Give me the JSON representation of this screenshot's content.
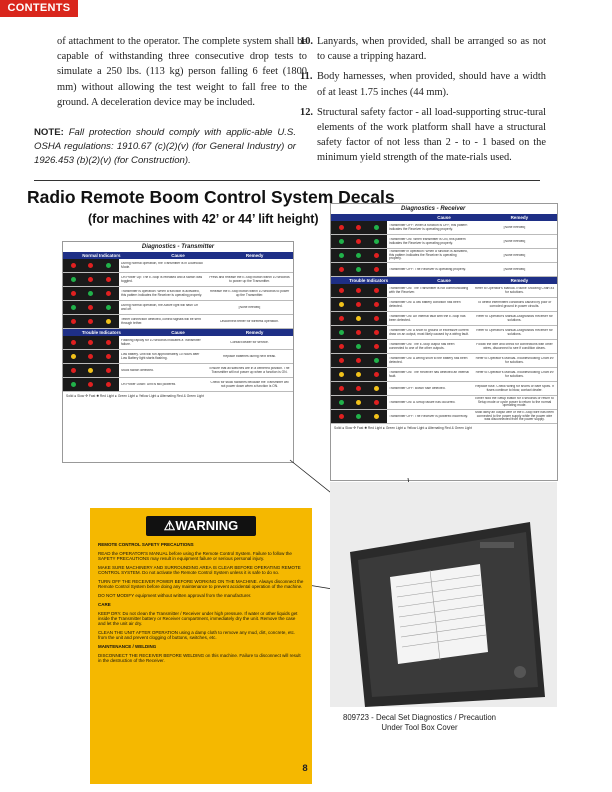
{
  "nav": {
    "contents_label": "CONTENTS"
  },
  "left_paragraph": "of attachment to the operator. The complete system shall be capable of withstanding three consecutive drop tests to simulate a 250 lbs. (113 kg) person falling 6 feet (1800 mm) without allowing the test weight to fall free to the ground. A deceleration device may be included.",
  "note": {
    "label": "NOTE:",
    "text": "Fall protection should comply with applic-able U.S. OSHA regulations: 1910.67 (c)(2)(v) (for General Industry) or 1926.453 (b)(2)(v) (for Construction)."
  },
  "right_items": [
    {
      "num": "10.",
      "text": "Lanyards, when provided, shall be arranged so as not to cause a tripping hazard."
    },
    {
      "num": "11.",
      "text": "Body harnesses, when provided, should have a width of at least 1.75 inches (44 mm)."
    },
    {
      "num": "12.",
      "text": "Structural safety factor - all load-supporting struc-tural elements of the work platform shall have a structural safety factor of not less than 2 - to - 1 based on the minimum yield strength of the mate-rials used."
    }
  ],
  "section": {
    "title": "Radio Remote Boom Control System Decals",
    "subtitle": "(for machines with 42’ or 44’ lift height)"
  },
  "transmitter_decal": {
    "title": "Diagnostics - Transmitter",
    "normal_header": "Normal Indicators",
    "trouble_header": "Trouble Indicators",
    "cause_header": "Cause",
    "remedy_header": "Remedy",
    "rows": [
      {
        "cause": "During normal operation, the Transmitter is in Download Mode.",
        "remedy": "",
        "dots": [
          "r",
          "r",
          "g"
        ]
      },
      {
        "cause": "On Power Up: The E-Stop is released and a switch was toggled.",
        "remedy": "Press and release the E-Stop button within 10 seconds to power up the Transmitter.",
        "dots": [
          "g",
          "r",
          "r"
        ]
      },
      {
        "cause": "Transmitter is operation: When a function is activated, this pattern indicates the Receiver is operating properly.",
        "remedy": "Release the E-Stop button within 10 seconds to power up the Transmitter.",
        "dots": [
          "r",
          "g",
          "r"
        ]
      },
      {
        "cause": "During normal operation, the Active light will flash On and off.",
        "remedy": "[None needed]",
        "dots": [
          "g",
          "r",
          "g"
        ]
      },
      {
        "cause": "Tether connection detected, control signals will be sent through tether.",
        "remedy": "Disconnect tether for wireless operation.",
        "dots": [
          "r",
          "r",
          "y"
        ]
      }
    ],
    "trouble_rows": [
      {
        "cause": "Flashing rapidly for 10 seconds indicates a Transmitter failure.",
        "remedy": "Contact dealer for service.",
        "dots": [
          "r",
          "r",
          "r"
        ]
      },
      {
        "cause": "Low battery. Unit will run approximately 10 hours after Low Battery light starts flashing.",
        "remedy": "Replace batteries during next break.",
        "dots": [
          "y",
          "r",
          "r"
        ]
      },
      {
        "cause": "Stuck switch detected.",
        "remedy": "Ensure that all switches are in a centered position. The Transmitter will not power up when a function is ON.",
        "dots": [
          "r",
          "y",
          "r"
        ]
      },
      {
        "cause": "On Power Down: Unit is still powered.",
        "remedy": "Check for stuck switches because the Transmitter will not power down when a function is ON.",
        "dots": [
          "g",
          "r",
          "r"
        ]
      }
    ],
    "legend": "Solid ● Slow ✣ Fast ✹ Red Light ● Green Light ● Yellow Light ● Alternating Red & Green Light"
  },
  "receiver_decal": {
    "title": "Diagnostics - Receiver",
    "cause_header": "Cause",
    "remedy_header": "Remedy",
    "trouble_header": "Trouble Indicators",
    "rows": [
      {
        "cause": "Transmitter OFF: When a function is OFF, this pattern indicates the Receiver is operating properly.",
        "remedy": "[None needed]",
        "dots": [
          "r",
          "r",
          "g"
        ]
      },
      {
        "cause": "Transmitter ON: When transmitter is ON, this pattern indicates the Receiver is operating properly.",
        "remedy": "[None needed]",
        "dots": [
          "g",
          "r",
          "g"
        ]
      },
      {
        "cause": "Transmitter in operation: When a function is activated, this pattern indicates the Receiver is operating properly.",
        "remedy": "[None needed]",
        "dots": [
          "g",
          "g",
          "r"
        ]
      },
      {
        "cause": "Transmitter OFF: The Receiver is operating properly.",
        "remedy": "[None needed]",
        "dots": [
          "r",
          "g",
          "r"
        ]
      }
    ],
    "trouble_rows": [
      {
        "cause": "Transmitter ON: The Transmitter is not communicating with the Receiver.",
        "remedy": "Refer to Operator's Manual-Trouble Shooting Chart #3 for solutions.",
        "dots": [
          "r",
          "r",
          "r"
        ]
      },
      {
        "cause": "Transmitter ON: A low battery condition has been detected.",
        "remedy": "To detect intermittent conditions caused by poor or corroded ground in power circuits.",
        "dots": [
          "y",
          "r",
          "r"
        ]
      },
      {
        "cause": "Transmitter ON: An internal fault with the E-Stop has been detected.",
        "remedy": "Refer to Operator's Manual-Diagnostics Receiver for solutions.",
        "dots": [
          "r",
          "y",
          "r"
        ]
      },
      {
        "cause": "Transmitter ON: A short to ground or excessive current draw on an output, most likely caused by a wiring fault.",
        "remedy": "Refer to Operator's Manual-Diagnostics Receiver for solutions.",
        "dots": [
          "g",
          "r",
          "r"
        ]
      },
      {
        "cause": "Transmitter ON: The E-Stop output has been connected to one of the other outputs.",
        "remedy": "Follow the wire and check for connections with other wires, disconnect to see if condition clears.",
        "dots": [
          "r",
          "g",
          "r"
        ]
      },
      {
        "cause": "Transmitter ON: A wiring short to the battery has been detected.",
        "remedy": "Refer to Operator's Manual-Troubleshooting Chart #9 for solutions.",
        "dots": [
          "r",
          "r",
          "g"
        ]
      },
      {
        "cause": "Transmitter ON: The Receiver has detected an internal fault.",
        "remedy": "Refer to Operator's Manual-Troubleshooting Chart #9 for solutions.",
        "dots": [
          "y",
          "y",
          "r"
        ]
      },
      {
        "cause": "Transmitter OFF: Blown fuse detected.",
        "remedy": "Replace fuse. Check wiring for shorts or bare spots. If fuses continue to blow, contact dealer.",
        "dots": [
          "r",
          "r",
          "y"
        ]
      },
      {
        "cause": "Transmitter ON: A Setup failure has occurred.",
        "remedy": "Either hold the Setup button for 5 seconds or return to Setup mode or cycle power to return to the normal operating mode.",
        "dots": [
          "g",
          "y",
          "r"
        ]
      },
      {
        "cause": "Transmitter OFF: The Receiver is powered incorrectly.",
        "remedy": "Most likely an output wire or the E-Stop wire has been connected to the power supply while the power wire was disconnected from the power supply.",
        "dots": [
          "r",
          "g",
          "y"
        ]
      }
    ],
    "legend": "Solid ● Slow ✣ Fast ✹ Red Light ● Green Light ● Yellow Light ● Alternating Red & Green Light"
  },
  "warning_decal": {
    "banner": "⚠WARNING",
    "heading": "REMOTE CONTROL SAFETY PRECAUTIONS",
    "paragraphs": [
      "READ the OPERATOR'S MANUAL before using the Remote Control System. Failure to follow the SAFETY PRECAUTIONS may result in equipment failure or serious personal injury.",
      "MAKE SURE MACHINERY AND SURROUNDING AREA IS CLEAR BEFORE OPERATING REMOTE CONTROL SYSTEM. Do not activate the Remote Control System unless it is safe to do so.",
      "TURN OFF THE RECEIVER POWER BEFORE WORKING ON THE MACHINE. Always disconnect the Remote Control System before doing any maintenance to prevent accidental operation of the machine.",
      "DO NOT MODIFY equipment without written approval from the manufacturer."
    ],
    "care_heading": "CARE",
    "care_paragraphs": [
      "KEEP DRY. Do not clean the Transmitter / Receiver under high pressure. If water or other liquids get inside the Transmitter battery or Receiver compartment, immediately dry the unit. Remove the case and let the unit air dry.",
      "CLEAN THE UNIT AFTER OPERATION using a damp cloth to remove any mud, dirt, concrete, etc. from the unit and prevent clogging of buttons, switches, etc."
    ],
    "maint_heading": "MAINTENANCE / WELDING",
    "maint_text": "DISCONNECT THE RECEIVER BEFORE WELDING on this machine. Failure to disconnect will result in the destruction of the Receiver."
  },
  "caption": {
    "line1": "809723 - Decal Set Diagnostics / Precaution",
    "line2": "Under Tool Box Cover"
  },
  "page_number": "8"
}
